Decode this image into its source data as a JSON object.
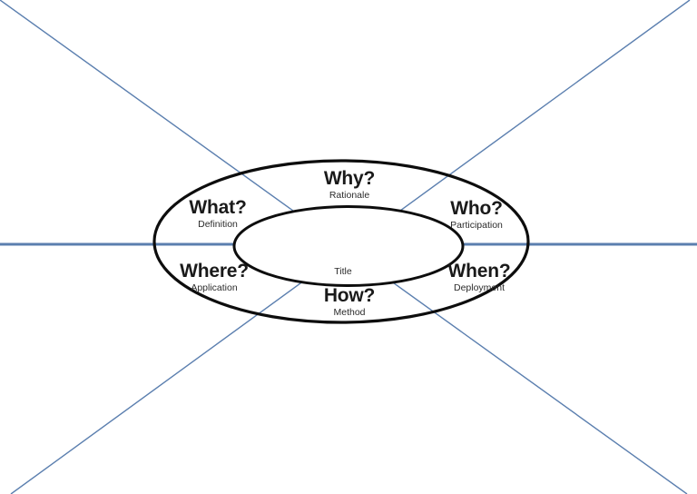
{
  "diagram": {
    "title_center": "Title",
    "colors": {
      "ellipse_stroke": "#0d0d0d",
      "axis_line": "#5b7faf",
      "background": "#ffffff",
      "label_text": "#1a1a1a"
    },
    "sectors": [
      {
        "id": "why",
        "question": "Why?",
        "subtitle": "Rationale"
      },
      {
        "id": "who",
        "question": "Who?",
        "subtitle": "Participation"
      },
      {
        "id": "when",
        "question": "When?",
        "subtitle": "Deployment"
      },
      {
        "id": "how",
        "question": "How?",
        "subtitle": "Method"
      },
      {
        "id": "where",
        "question": "Where?",
        "subtitle": "Application"
      },
      {
        "id": "what",
        "question": "What?",
        "subtitle": "Definition"
      }
    ]
  }
}
